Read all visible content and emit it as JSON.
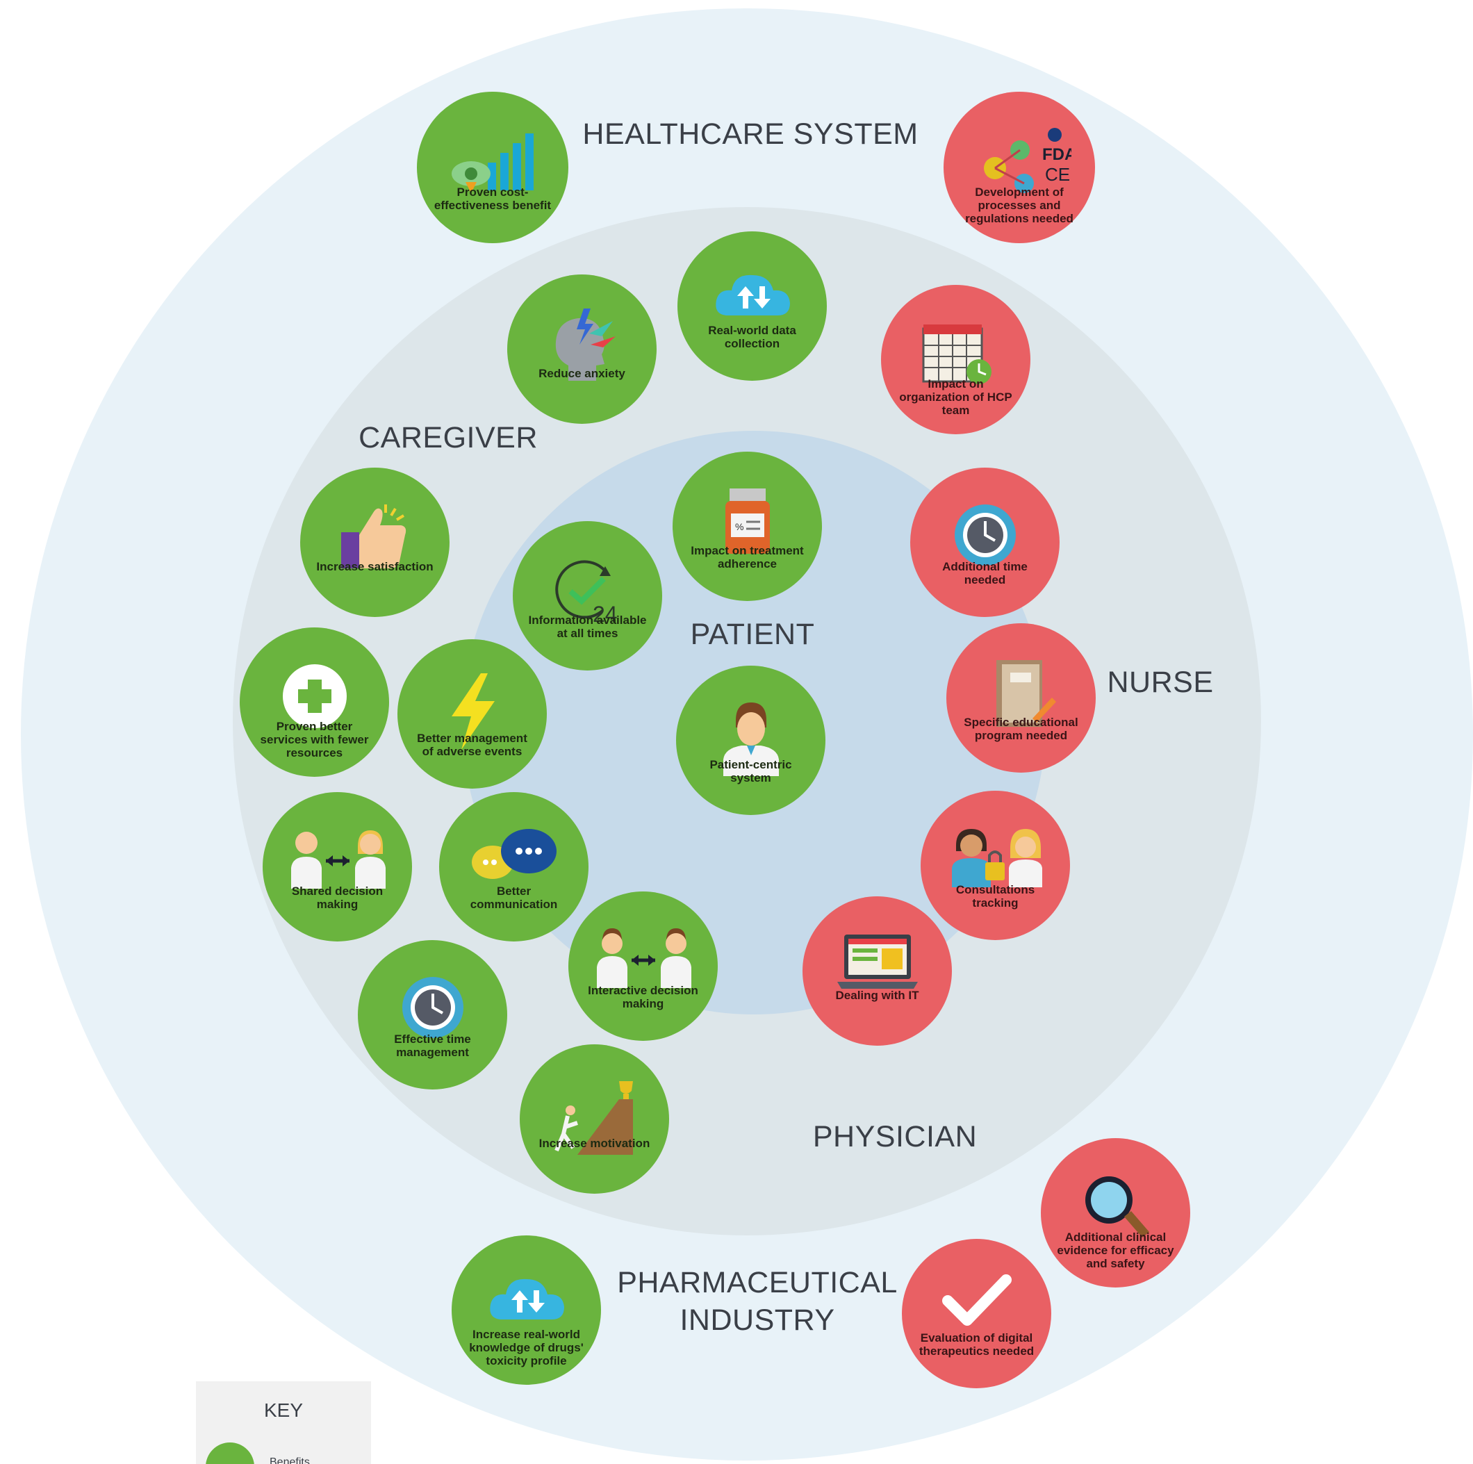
{
  "colors": {
    "benefit": "#6ab43e",
    "challenge": "#e96064",
    "outer_ring": "#e8f2f8",
    "mid_ring": "#dde6ea",
    "inner_ring": "#c6daea"
  },
  "labels": {
    "healthcare_system": "HEALTHCARE SYSTEM",
    "caregiver": "CAREGIVER",
    "patient": "PATIENT",
    "nurse": "NURSE",
    "physician": "PHYSICIAN",
    "pharma_line1": "PHARMACEUTICAL",
    "pharma_line2": "INDUSTRY"
  },
  "key": {
    "title": "KEY",
    "benefits_label": "Benefits"
  },
  "nodes": [
    {
      "id": "cost",
      "type": "benefit",
      "icon": "chart-money-icon",
      "label": "Proven cost-effectiveness benefit"
    },
    {
      "id": "regs",
      "type": "challenge",
      "icon": "fda-ce-gears-icon",
      "label": "Development of processes and regulations needed"
    },
    {
      "id": "rwd",
      "type": "benefit",
      "icon": "cloud-sync-icon",
      "label": "Real-world data collection"
    },
    {
      "id": "anxiety",
      "type": "benefit",
      "icon": "head-lightning-icon",
      "label": "Reduce anxiety"
    },
    {
      "id": "hcp",
      "type": "challenge",
      "icon": "calendar-clock-icon",
      "label": "Impact on organization of HCP team"
    },
    {
      "id": "satisfaction",
      "type": "benefit",
      "icon": "thumbs-up-icon",
      "label": "Increase satisfaction"
    },
    {
      "id": "adherence",
      "type": "benefit",
      "icon": "pill-bottle-icon",
      "label": "Impact on treatment adherence"
    },
    {
      "id": "info247",
      "type": "benefit",
      "icon": "clock-24-check-icon",
      "label": "Information available at all times"
    },
    {
      "id": "time",
      "type": "challenge",
      "icon": "clock-icon",
      "label": "Additional time needed"
    },
    {
      "id": "fewer",
      "type": "benefit",
      "icon": "medical-cross-icon",
      "label": "Proven better services with fewer resources"
    },
    {
      "id": "adverse",
      "type": "benefit",
      "icon": "lightning-icon",
      "label": "Better management of adverse events"
    },
    {
      "id": "educ",
      "type": "challenge",
      "icon": "notebook-icon",
      "label": "Specific educational program needed"
    },
    {
      "id": "centric",
      "type": "benefit",
      "icon": "person-icon",
      "label": "Patient-centric system"
    },
    {
      "id": "shared",
      "type": "benefit",
      "icon": "doctors-exchange-icon",
      "label": "Shared decision making"
    },
    {
      "id": "comm",
      "type": "benefit",
      "icon": "chat-bubbles-icon",
      "label": "Better communication"
    },
    {
      "id": "consult",
      "type": "challenge",
      "icon": "people-lock-icon",
      "label": "Consultations tracking"
    },
    {
      "id": "effective",
      "type": "benefit",
      "icon": "clock-icon",
      "label": "Effective time management"
    },
    {
      "id": "interactive",
      "type": "benefit",
      "icon": "doctors-exchange-icon",
      "label": "Interactive decision making"
    },
    {
      "id": "it",
      "type": "challenge",
      "icon": "laptop-icon",
      "label": "Dealing with IT"
    },
    {
      "id": "motivation",
      "type": "benefit",
      "icon": "climber-trophy-icon",
      "label": "Increase motivation"
    },
    {
      "id": "evidence",
      "type": "challenge",
      "icon": "magnifier-icon",
      "label": "Additional clinical evidence for efficacy and safety"
    },
    {
      "id": "toxicity",
      "type": "benefit",
      "icon": "cloud-sync-icon",
      "label": "Increase real-world knowledge of drugs' toxicity profile"
    },
    {
      "id": "dtx",
      "type": "challenge",
      "icon": "checkmark-icon",
      "label": "Evaluation of digital therapeutics needed"
    }
  ]
}
